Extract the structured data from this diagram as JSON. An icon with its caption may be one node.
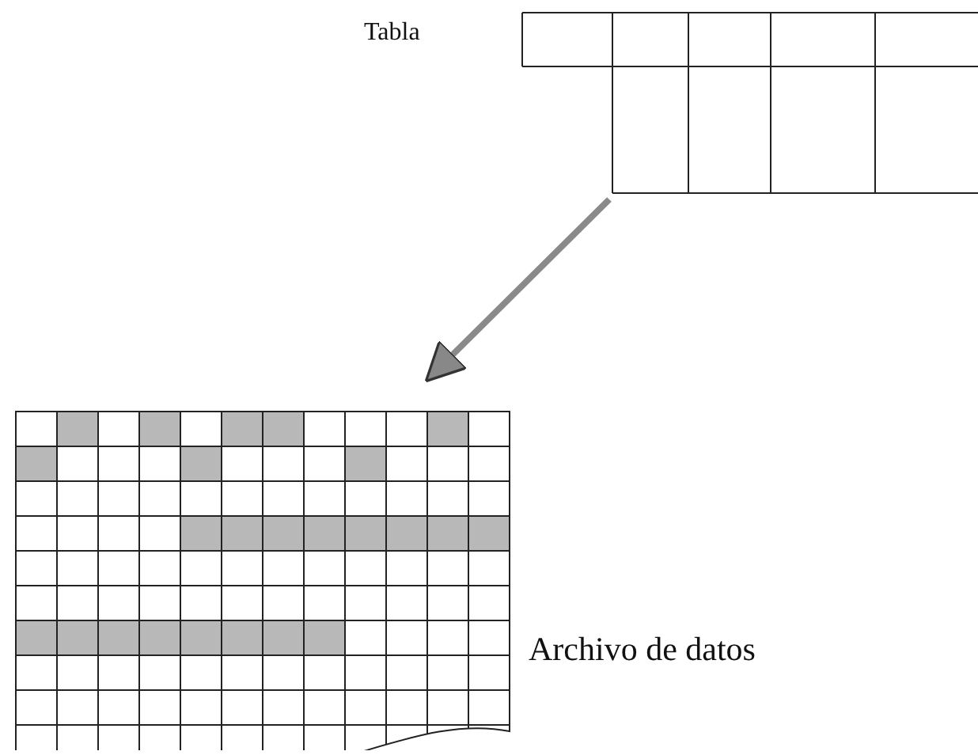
{
  "diagram": {
    "nodes": [
      {
        "text": [
          "Tabla"
        ]
      },
      {
        "text": [
          "Archivo de datos"
        ]
      }
    ],
    "edges": [
      {
        "from": 0,
        "to": 1,
        "arrow": "to"
      }
    ]
  }
}
